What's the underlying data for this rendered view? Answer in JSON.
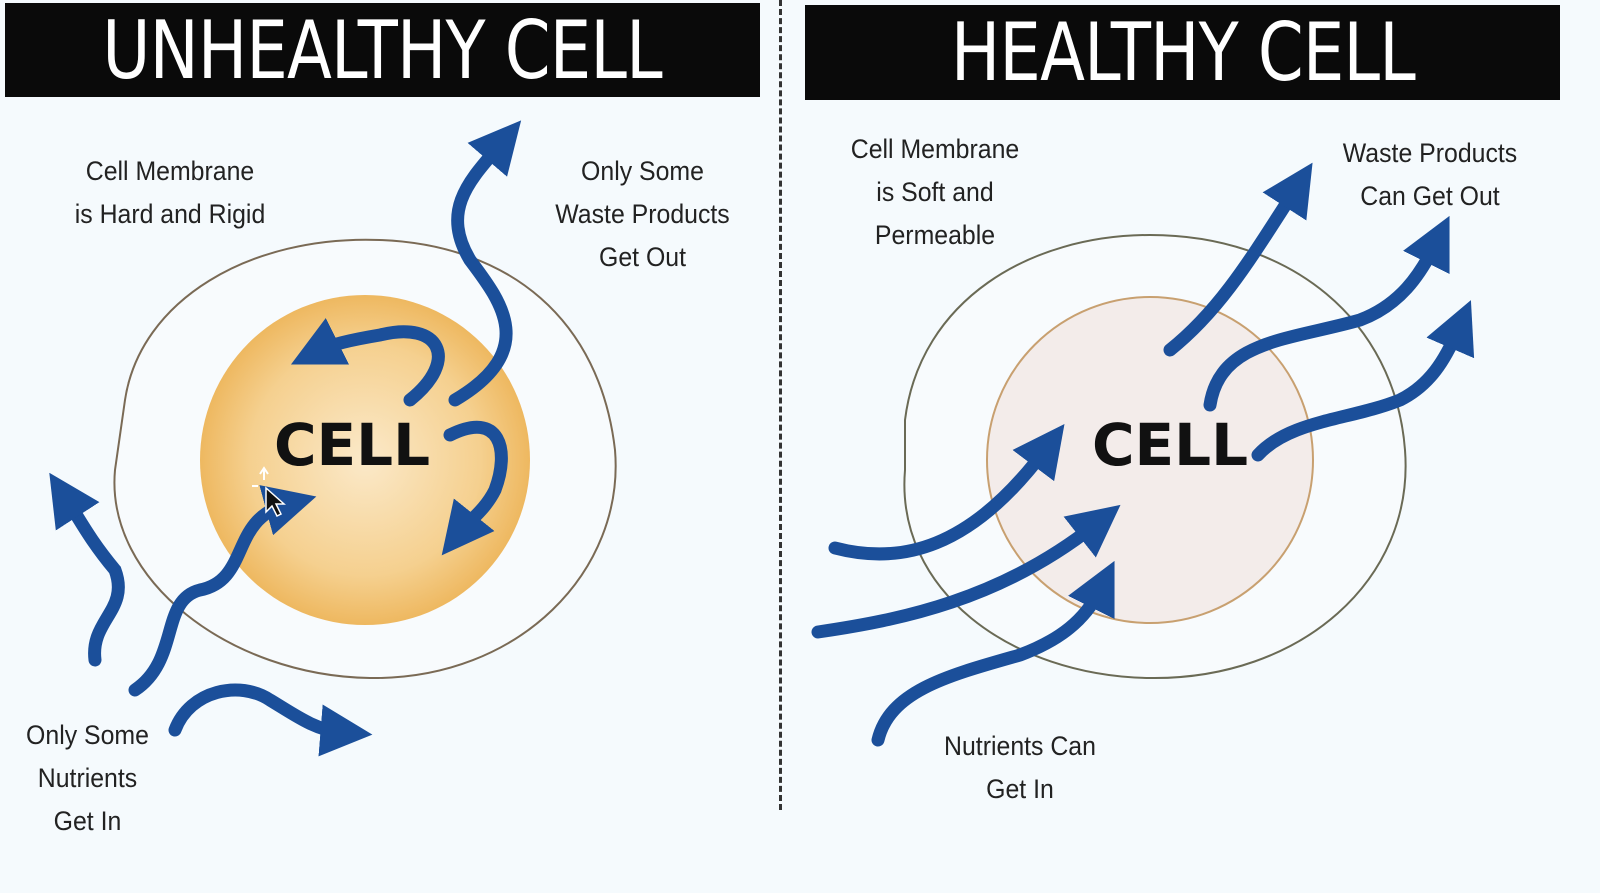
{
  "left_panel": {
    "title": "UNHEALTHY CELL",
    "cell_label": "CELL",
    "membrane_label": "Cell Membrane\nis Hard and Rigid",
    "waste_label": "Only Some\nWaste Products\nGet Out",
    "nutrients_label": "Only Some\nNutrients\nGet In"
  },
  "right_panel": {
    "title": "HEALTHY CELL",
    "cell_label": "CELL",
    "membrane_label": "Cell Membrane\nis Soft and\nPermeable",
    "waste_label": "Waste Products\nCan Get Out",
    "nutrients_label": "Nutrients Can\nGet In"
  },
  "colors": {
    "arrow": "#1b4f9a",
    "header_bg": "#0a0a0a",
    "unhealthy_cell": "#f0c271",
    "healthy_cell": "#f3ecea"
  }
}
